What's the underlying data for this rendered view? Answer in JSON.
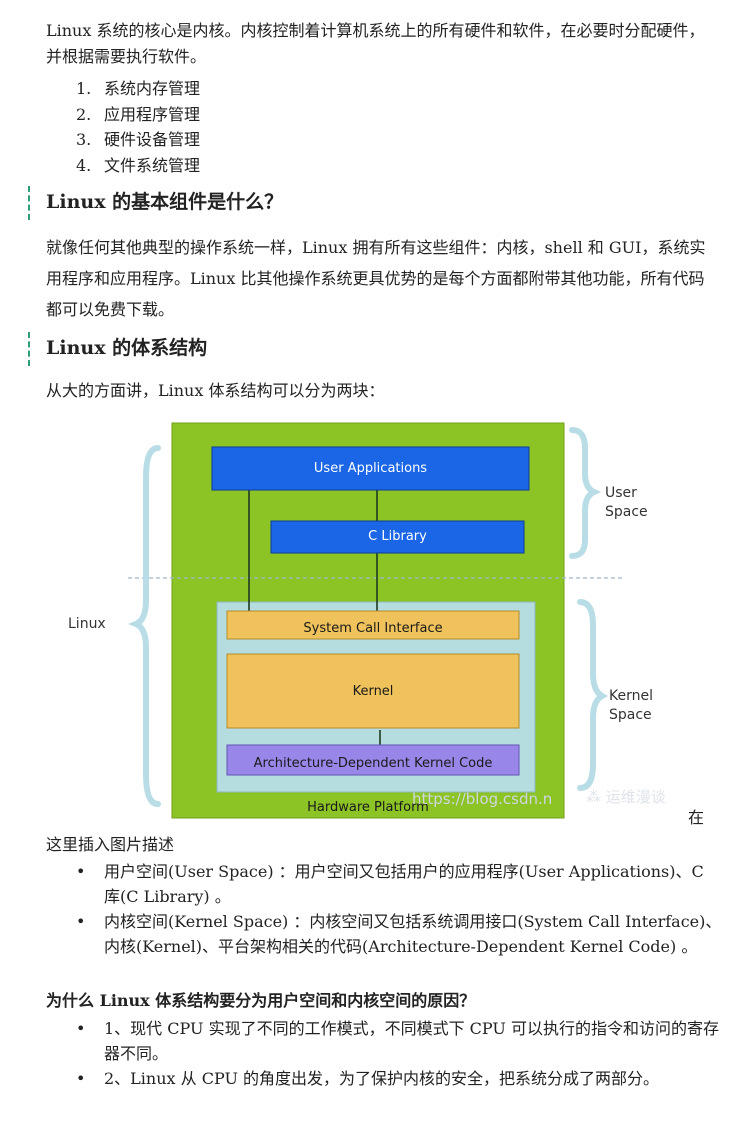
{
  "intro": {
    "text": "Linux 系统的核心是内核。内核控制着计算机系统上的所有硬件和软件，在必要时分配硬件，并根据需要执行软件。",
    "list": [
      {
        "num": "1.",
        "label": "系统内存管理"
      },
      {
        "num": "2.",
        "label": "应用程序管理"
      },
      {
        "num": "3.",
        "label": "硬件设备管理"
      },
      {
        "num": "4.",
        "label": "文件系统管理"
      }
    ]
  },
  "section1": {
    "heading": "Linux 的基本组件是什么？",
    "text": "就像任何其他典型的操作系统一样，Linux 拥有所有这些组件：内核，shell 和 GUI，系统实用程序和应用程序。Linux 比其他操作系统更具优势的是每个方面都附带其他功能，所有代码都可以免费下载。"
  },
  "section2": {
    "heading": "Linux 的体系结构",
    "text": "从大的方面讲，Linux 体系结构可以分为两块："
  },
  "figure": {
    "boxes": {
      "user_apps": "User Applications",
      "c_library": "C Library",
      "syscall": "System Call Interface",
      "kernel": "Kernel",
      "arch": "Architecture-Dependent Kernel Code",
      "hardware": "Hardware Platform"
    },
    "side_labels": {
      "linux": "Linux",
      "user_space": [
        "User",
        "Space"
      ],
      "kernel_space": [
        "Kernel",
        "Space"
      ]
    },
    "watermark": {
      "url": "https://blog.csdn.n",
      "brand": "运维漫谈"
    },
    "colors": {
      "green": "#8cc325",
      "blue": "#1a66e6",
      "orange": "#f0c25c",
      "purple": "#9887e8",
      "kernel_bg": "#b5dde0",
      "brace": "#b9dde6"
    }
  },
  "caption": {
    "trailing": "在",
    "text": "这里插入图片描述"
  },
  "bullets1": [
    "用户空间(User Space) ：用户空间又包括用户的应用程序(User Applications)、C 库(C Library) 。",
    "内核空间(Kernel Space) ：内核空间又包括系统调用接口(System Call Interface)、内核(Kernel)、平台架构相关的代码(Architecture-Dependent Kernel Code) 。"
  ],
  "question": "为什么 Linux 体系结构要分为用户空间和内核空间的原因？",
  "bullets2": [
    "1、现代 CPU 实现了不同的工作模式，不同模式下 CPU 可以执行的指令和访问的寄存器不同。",
    "2、Linux 从 CPU 的角度出发，为了保护内核的安全，把系统分成了两部分。"
  ]
}
